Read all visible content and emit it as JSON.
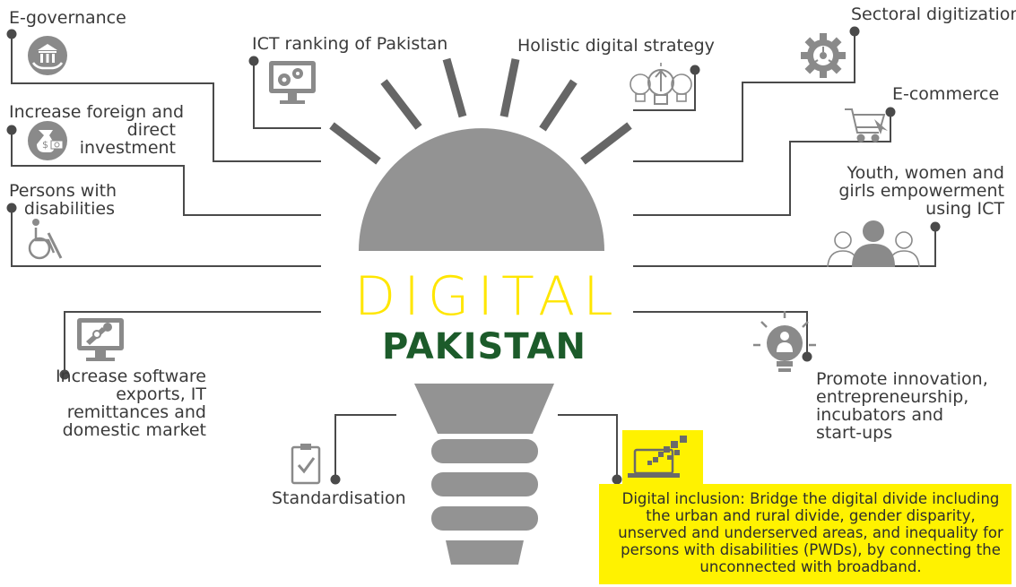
{
  "title": {
    "line1": "DIGITAL",
    "line2": "PAKISTAN"
  },
  "colors": {
    "bulb": "#939393",
    "lines": "#4a4a4a",
    "rays": "#666666",
    "digital": "#ffe600",
    "pakistan": "#1c5b2a",
    "highlight": "#fff200"
  },
  "items": {
    "egovernance": {
      "label": "E-governance",
      "icon": "government-building-hands-icon"
    },
    "ict_ranking": {
      "label": "ICT ranking of Pakistan",
      "icon": "monitor-gears-icon"
    },
    "holistic": {
      "label": "Holistic digital strategy",
      "icon": "lightbulbs-arrow-icon"
    },
    "sectoral": {
      "label": "Sectoral digitization",
      "icon": "gear-circuit-icon"
    },
    "foreign_investment": {
      "line1": "Increase foreign and",
      "line2": "direct",
      "line3": "investment",
      "icon": "money-bag-icon"
    },
    "ecommerce": {
      "label": "E-commerce",
      "icon": "shopping-cart-icon"
    },
    "youth": {
      "line1": "Youth, women and",
      "line2": "girls empowerment",
      "line3": "using ICT",
      "icon": "people-group-icon"
    },
    "disabilities": {
      "line1": "Persons with",
      "line2": "disabilities",
      "icon": "wheelchair-icon"
    },
    "software": {
      "line1": "Increase software",
      "line2": "exports, IT",
      "line3": "remittances and",
      "line4": "domestic market",
      "icon": "monitor-tools-icon"
    },
    "innovation": {
      "line1": "Promote innovation,",
      "line2": "entrepreneurship,",
      "line3": "incubators and",
      "line4": "start-ups",
      "icon": "idea-bulb-person-icon"
    },
    "standardisation": {
      "label": "Standardisation",
      "icon": "clipboard-check-icon"
    },
    "inclusion": {
      "text": "Digital inclusion: Bridge the digital divide including the urban and rural divide, gender disparity, unserved and underserved areas, and inequality for persons with disabilities (PWDs), by connecting the unconnected with broadband.",
      "icon": "laptop-pixels-icon"
    }
  }
}
